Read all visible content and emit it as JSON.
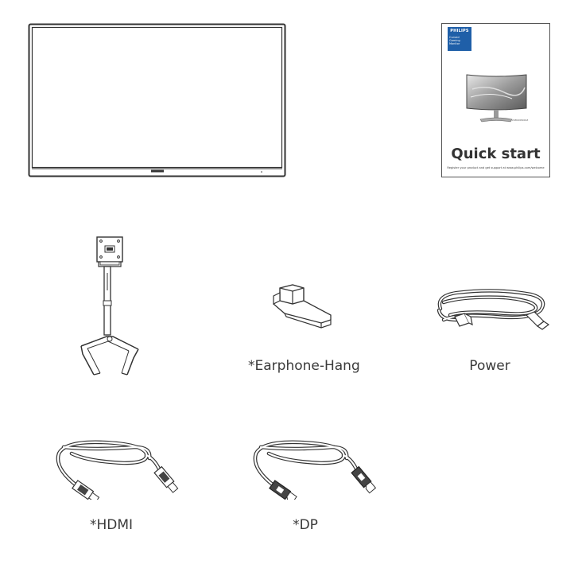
{
  "booklet": {
    "brand": "PHILIPS",
    "sub_line_1": "Curved Gaming",
    "sub_line_2": "Monitor",
    "model": "24M1N3200Z",
    "title": "Quick start",
    "register": "Register your product and get support at www.philips.com/welcome"
  },
  "labels": {
    "earphone_hang": "*Earphone-Hang",
    "power": "Power",
    "hdmi": "*HDMI",
    "dp": "*DP"
  },
  "colors": {
    "brand_blue": "#1f5fa8",
    "line": "#333333"
  }
}
